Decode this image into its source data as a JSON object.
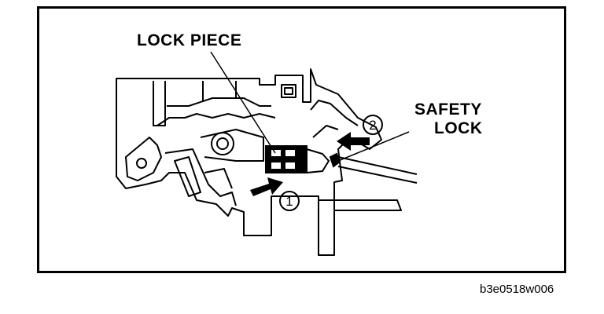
{
  "labels": {
    "lock_piece": "LOCK PIECE",
    "safety_lock_line1": "SAFETY",
    "safety_lock_line2": "LOCK"
  },
  "steps": {
    "step1": "1",
    "step2": "2"
  },
  "figure_code": "b3e0518w006"
}
